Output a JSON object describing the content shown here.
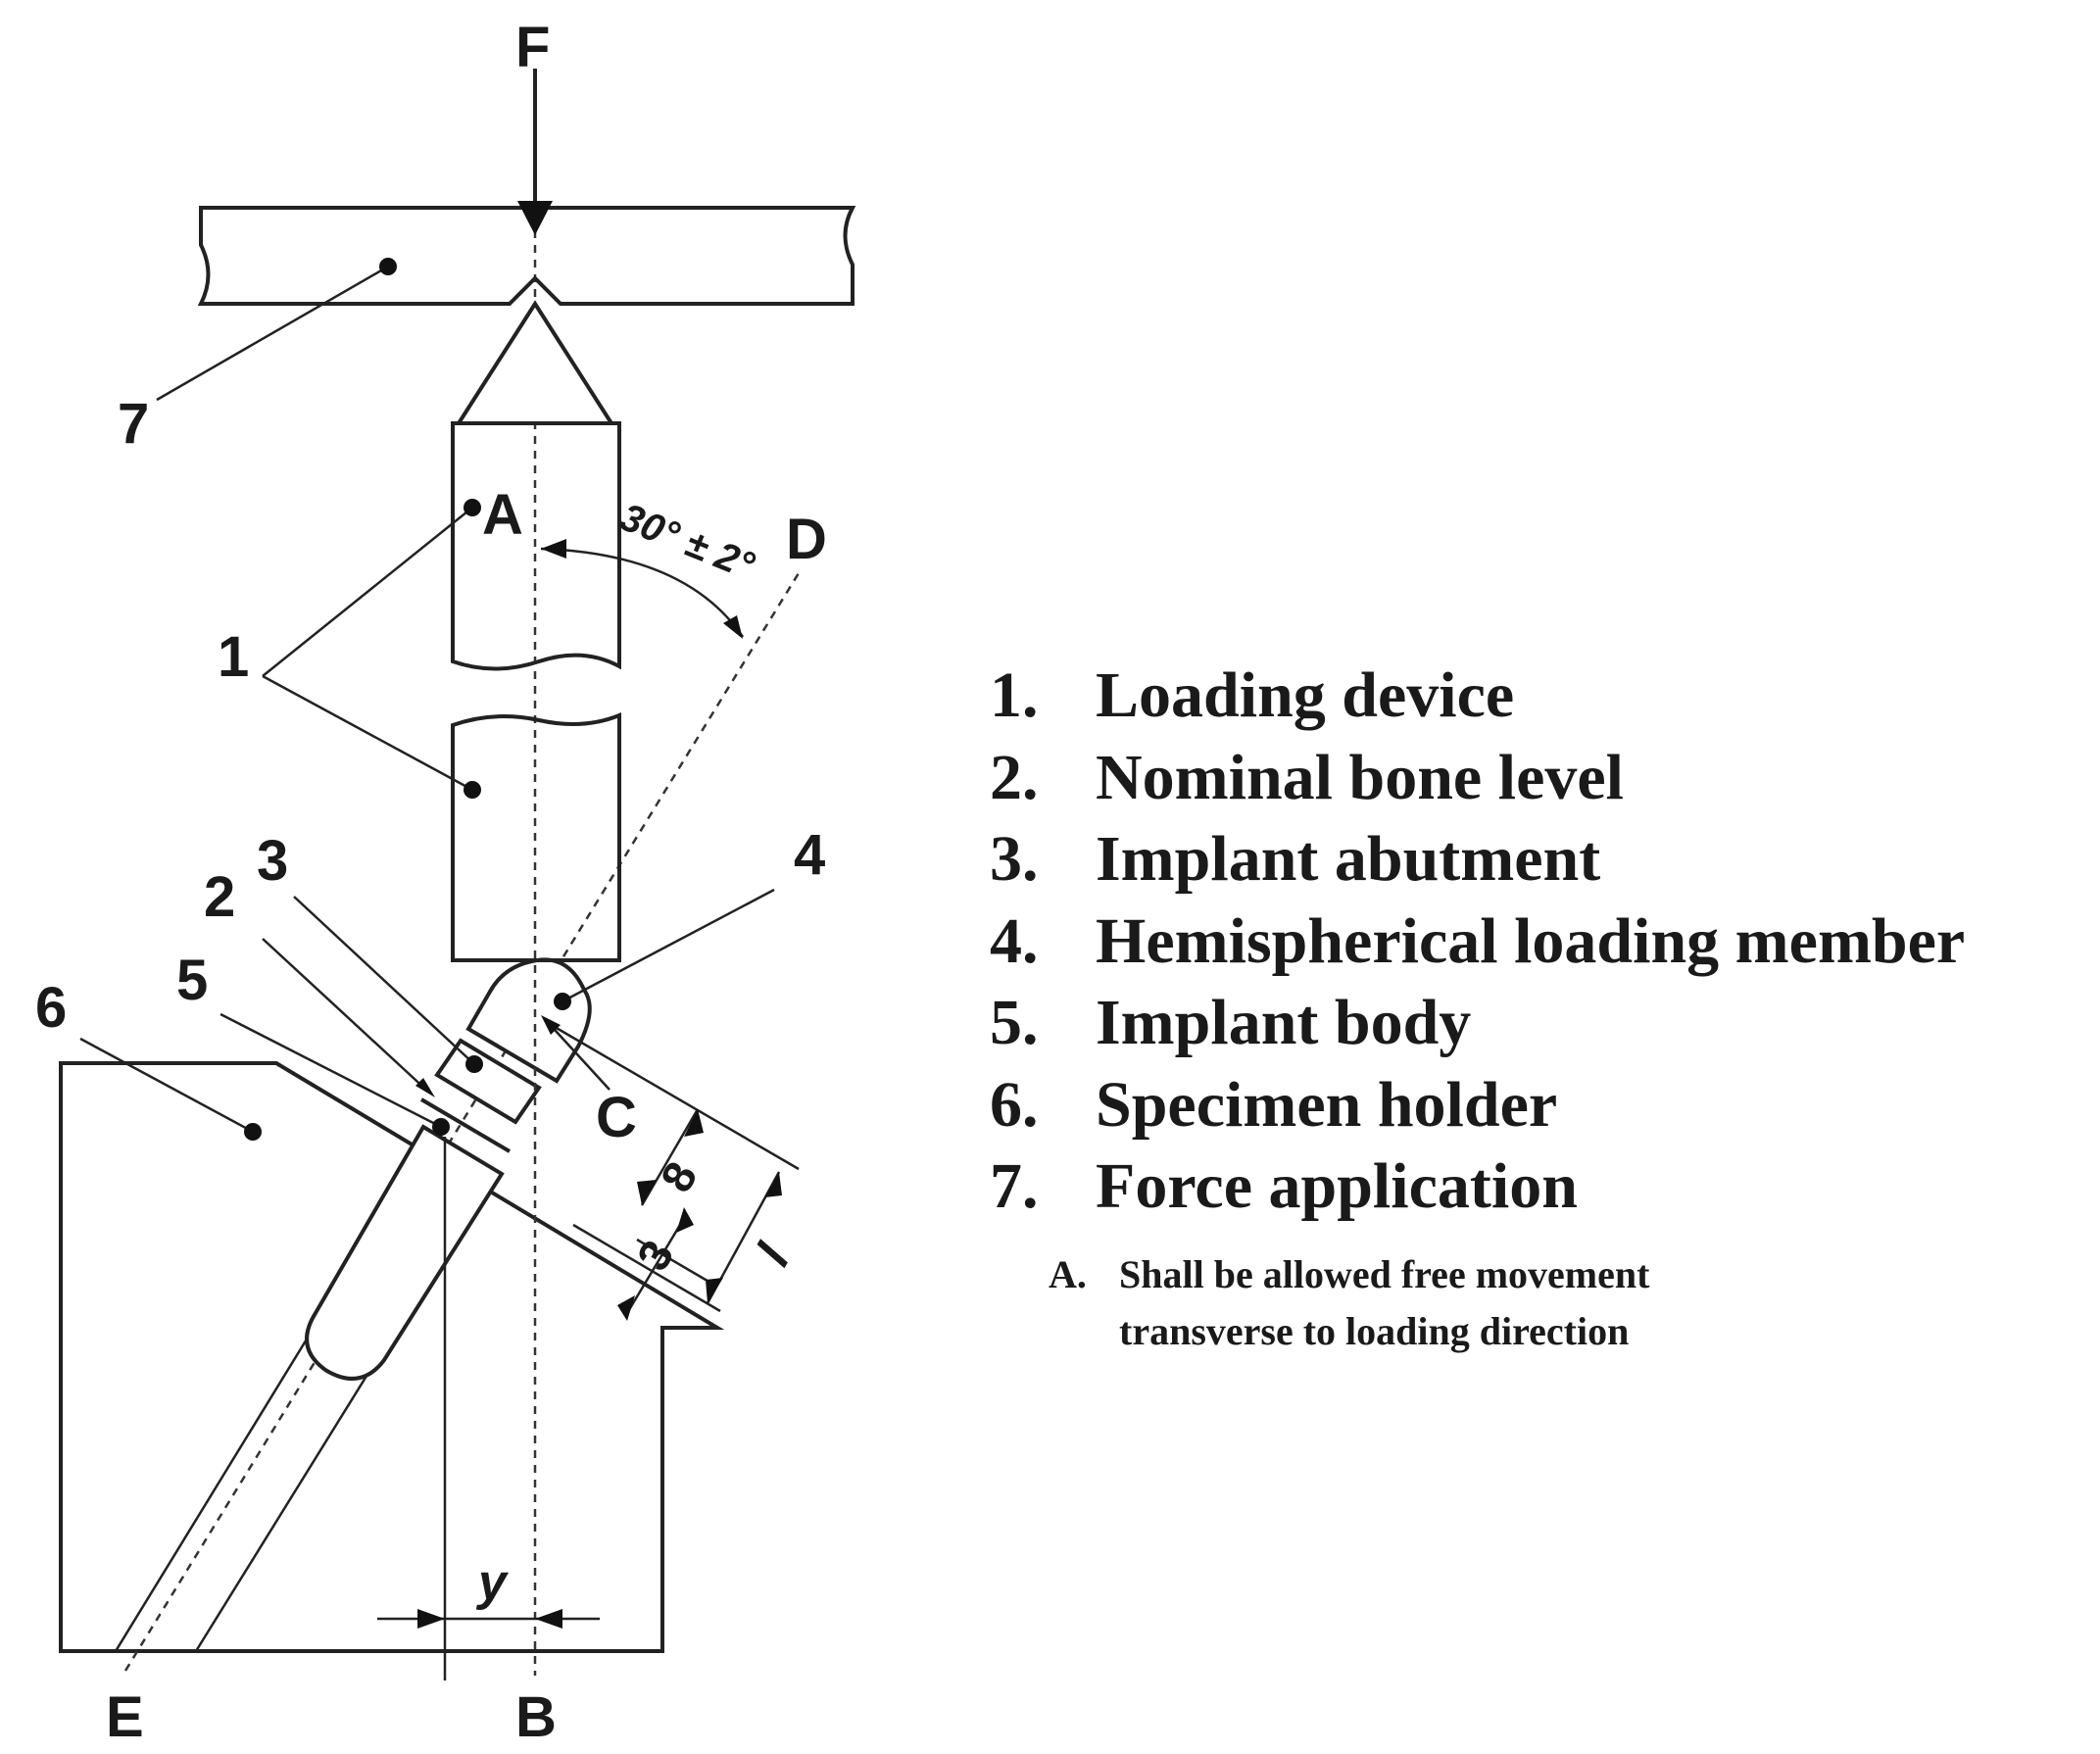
{
  "labels": {
    "force": "F",
    "point_a": "A",
    "point_b": "B",
    "point_c": "C",
    "point_d": "D",
    "point_e": "E",
    "angle": "30° ± 2°",
    "dim_8": "8",
    "dim_3": "3",
    "dim_l": "l",
    "dim_y": "y",
    "callout_1": "1",
    "callout_2": "2",
    "callout_3": "3",
    "callout_4": "4",
    "callout_5": "5",
    "callout_6": "6",
    "callout_7": "7"
  },
  "legend": {
    "items": [
      {
        "num": "1.",
        "label": "Loading device"
      },
      {
        "num": "2.",
        "label": "Nominal bone level"
      },
      {
        "num": "3.",
        "label": "Implant abutment"
      },
      {
        "num": "4.",
        "label": "Hemispherical loading member"
      },
      {
        "num": "5.",
        "label": "Implant body"
      },
      {
        "num": "6.",
        "label": "Specimen holder"
      },
      {
        "num": "7.",
        "label": "Force application"
      }
    ],
    "note": {
      "letter": "A.",
      "line1": "Shall be allowed free movement",
      "line2": "transverse to loading direction"
    }
  },
  "colors": {
    "ink": "#1a1a1a",
    "background": "#ffffff"
  }
}
